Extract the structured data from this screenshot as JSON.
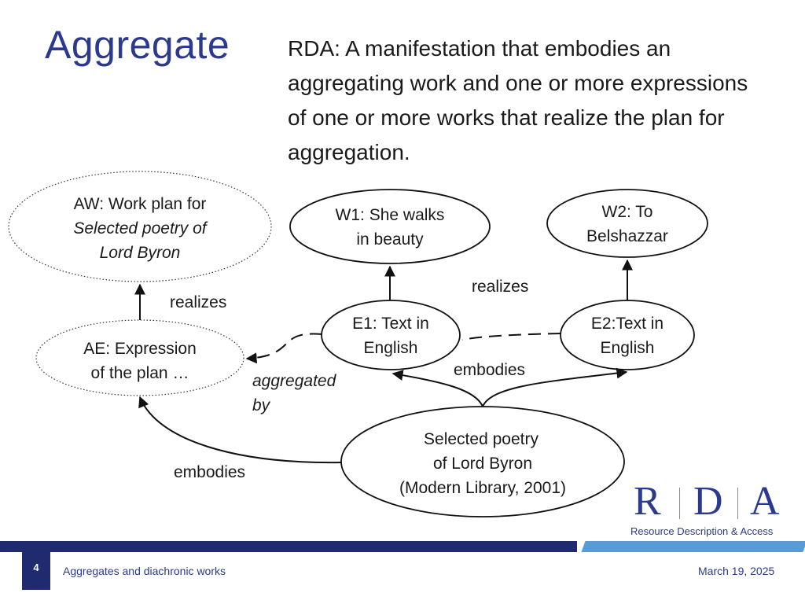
{
  "slide": {
    "title": "Aggregate",
    "definition": "RDA: A manifestation that embodies an aggregating work and one or more expressions of one or more works that realize the plan for aggregation."
  },
  "diagram": {
    "nodes": {
      "aw": {
        "line1": "AW: Work plan for",
        "line2": "Selected poetry of",
        "line3": "Lord Byron"
      },
      "ae": {
        "line1": "AE: Expression",
        "line2": "of the plan …"
      },
      "w1": {
        "line1": "W1: She walks",
        "line2": "in beauty"
      },
      "w2": {
        "line1": "W2: To",
        "line2": "Belshazzar"
      },
      "e1": {
        "line1": "E1: Text in",
        "line2": "English"
      },
      "e2": {
        "line1": "E2:Text in",
        "line2": "English"
      },
      "manifestation": {
        "line1": "Selected poetry",
        "line2": "of Lord Byron",
        "line3": "(Modern Library, 2001)"
      }
    },
    "edge_labels": {
      "realizes_ae": "realizes",
      "realizes_e": "realizes",
      "aggregated_by_1": "aggregated",
      "aggregated_by_2": "by",
      "embodies_e": "embodies",
      "embodies_ae": "embodies"
    }
  },
  "logo": {
    "letters": [
      "R",
      "D",
      "A"
    ],
    "tagline": "Resource Description & Access",
    "color": "#2b3a8f"
  },
  "footer": {
    "slide_number": "4",
    "section": "Aggregates and diachronic works",
    "date": "March 19, 2025"
  }
}
